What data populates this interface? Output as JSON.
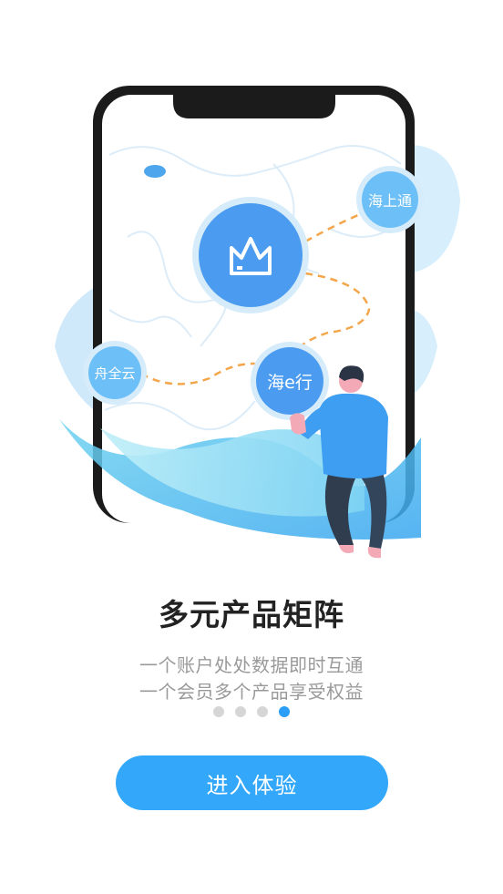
{
  "illustration": {
    "bubbles": {
      "top_right": "海上通",
      "left": "舟全云",
      "center": "海e行"
    }
  },
  "title": "多元产品矩阵",
  "subtitles": [
    "一个账户处处数据即时互通",
    "一个会员多个产品享受权益"
  ],
  "pager": {
    "total": 4,
    "active_index": 3
  },
  "enter_button": "进入体验",
  "colors": {
    "accent": "#33a8fb",
    "bubble_blue": "#4b9cf0",
    "bubble_light": "#6dbff7"
  }
}
